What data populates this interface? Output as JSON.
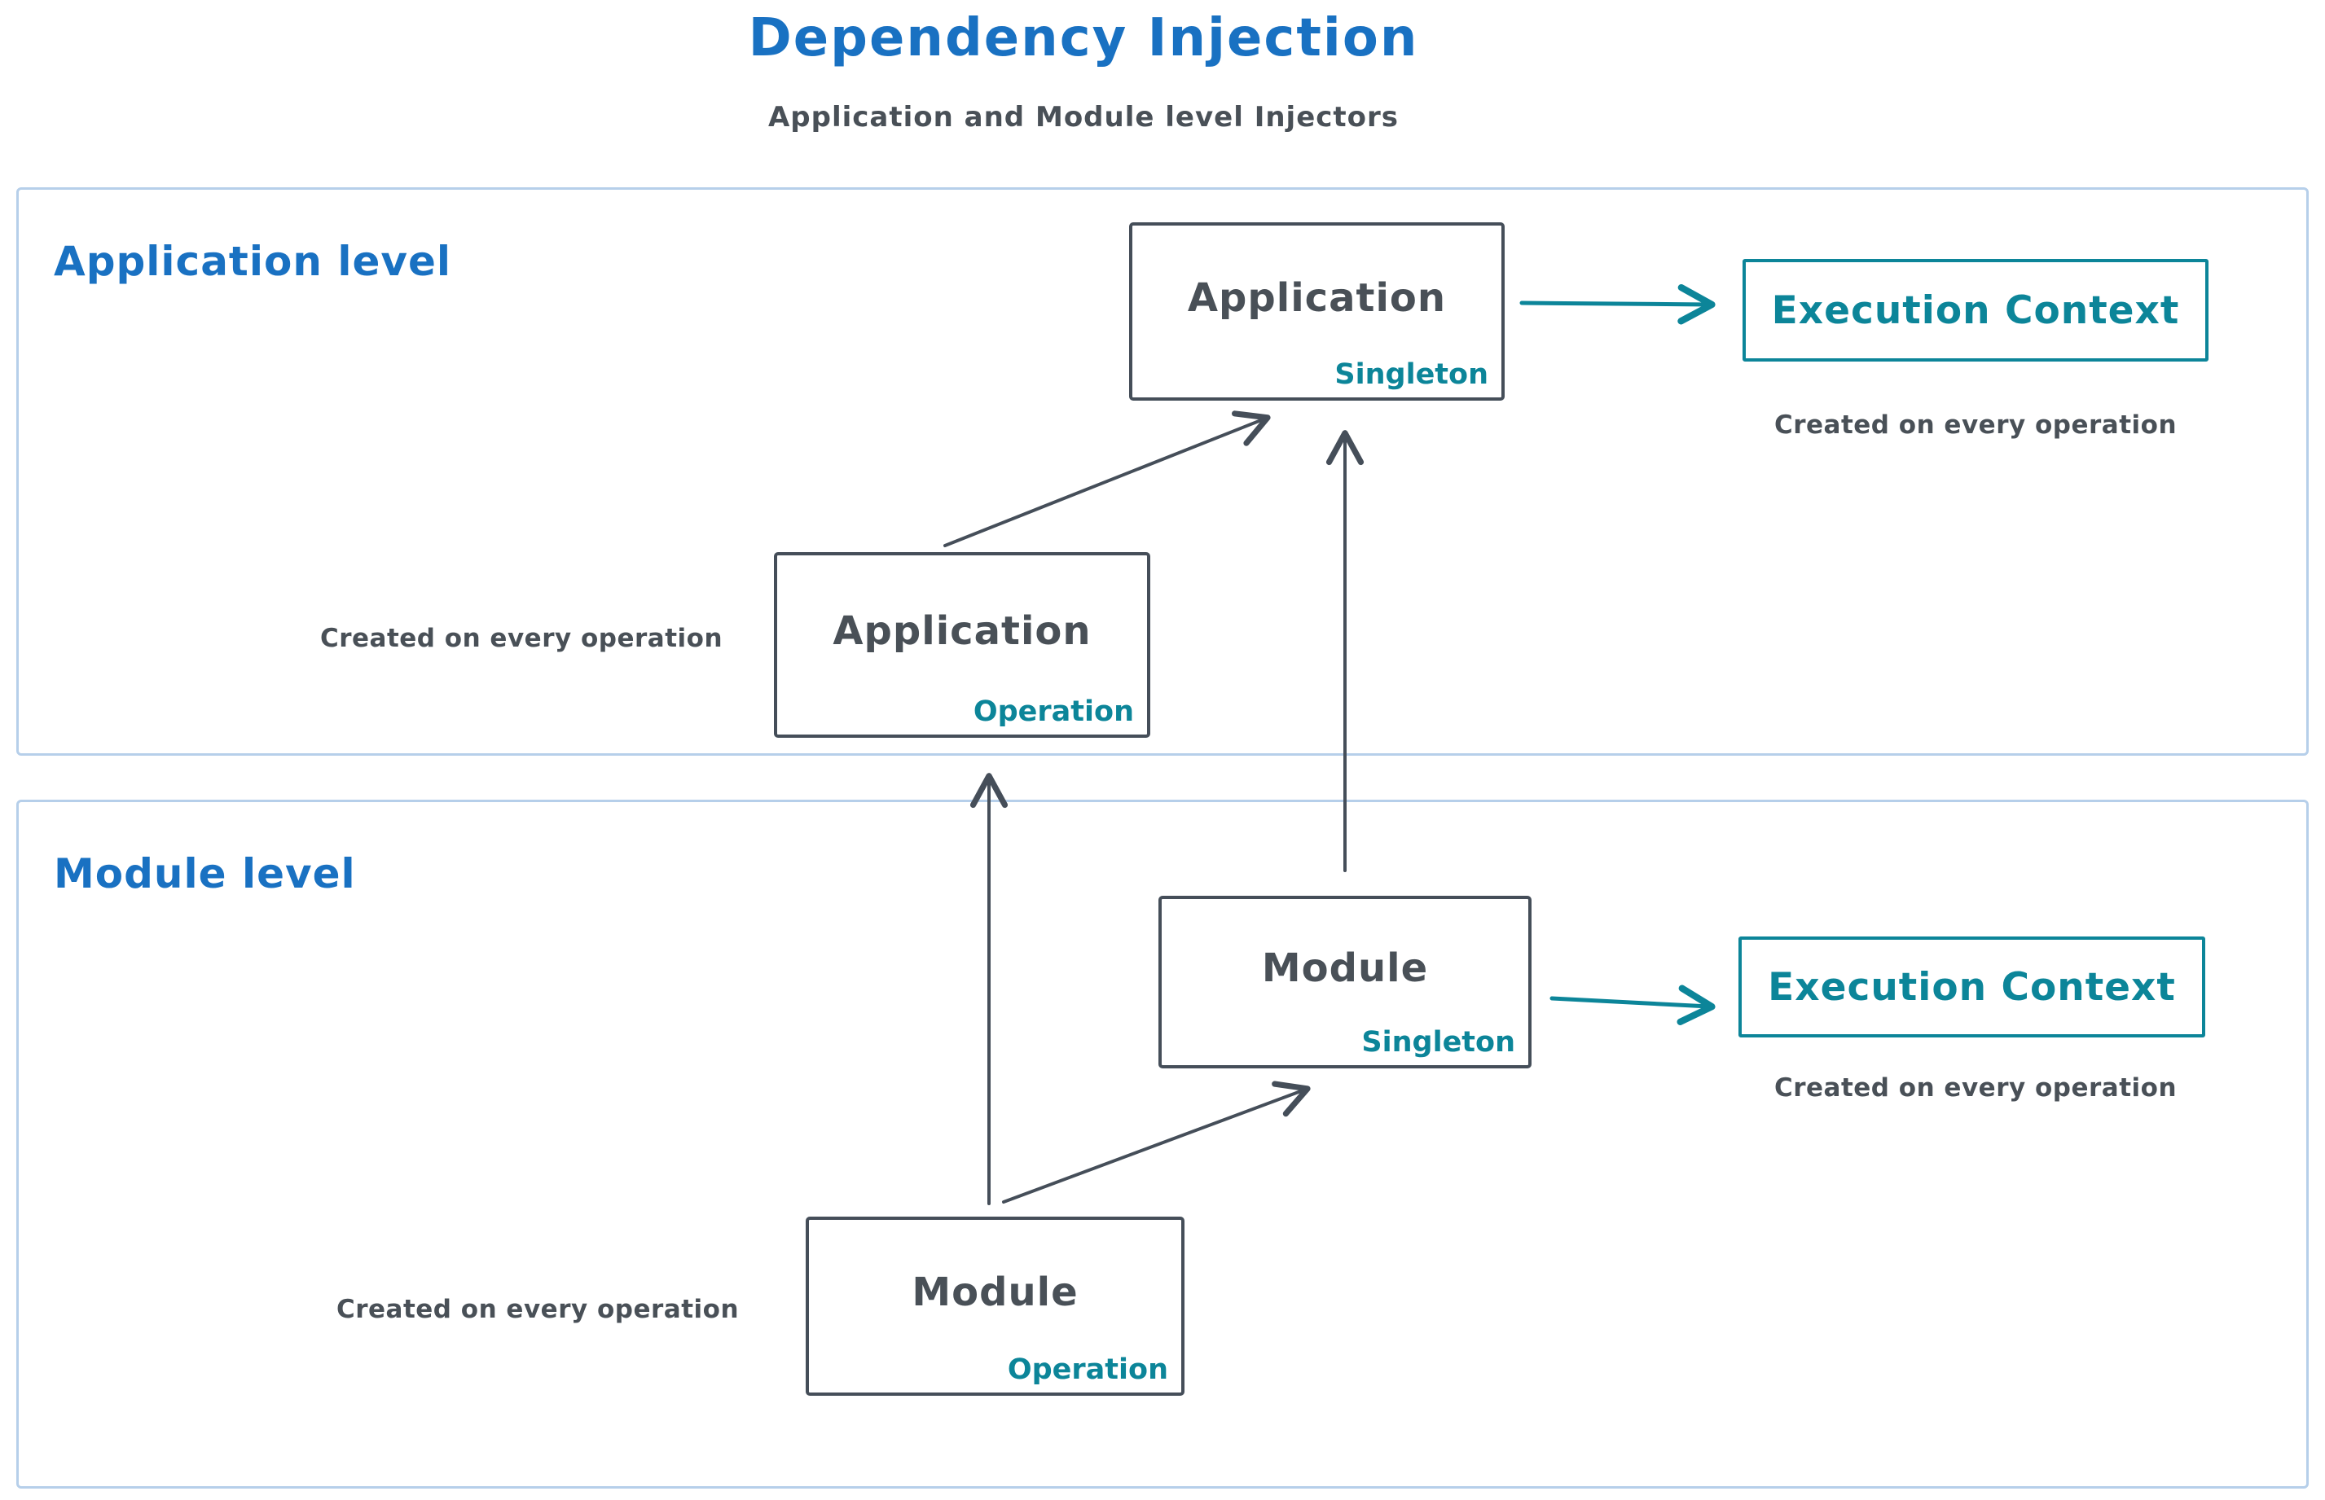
{
  "title": "Dependency Injection",
  "subtitle": "Application and Module level Injectors",
  "colors": {
    "blue": "#1971c2",
    "teal": "#0c8599",
    "dark": "#495057",
    "stroke": "#454e59",
    "container_border": "#b6cfea"
  },
  "application_level": {
    "label": "Application level",
    "singleton_box": {
      "name": "Application",
      "scope": "Singleton"
    },
    "operation_box": {
      "name": "Application",
      "scope": "Operation"
    },
    "operation_caption": "Created on every operation",
    "execution_context": {
      "label": "Execution Context",
      "caption": "Created on every operation"
    }
  },
  "module_level": {
    "label": "Module level",
    "singleton_box": {
      "name": "Module",
      "scope": "Singleton"
    },
    "operation_box": {
      "name": "Module",
      "scope": "Operation"
    },
    "operation_caption": "Created on every operation",
    "execution_context": {
      "label": "Execution Context",
      "caption": "Created on every operation"
    }
  }
}
